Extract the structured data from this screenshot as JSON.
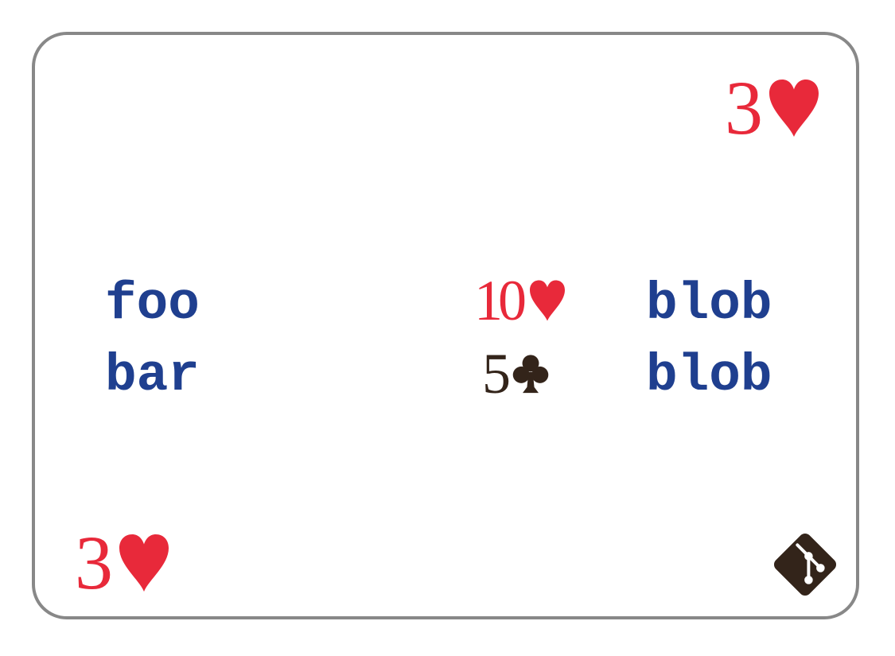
{
  "colors": {
    "red": "#e8293a",
    "blue": "#1f3f8f",
    "dark": "#33241a",
    "border": "#888888"
  },
  "card": {
    "corner_top": {
      "rank": "3",
      "suit_icon": "heart-icon"
    },
    "corner_bottom": {
      "rank": "3",
      "suit_icon": "heart-icon"
    },
    "left_labels": [
      "foo",
      "bar"
    ],
    "middle_cards": [
      {
        "rank": "10",
        "suit_icon": "heart-icon"
      },
      {
        "rank": "5",
        "suit_icon": "club-icon"
      }
    ],
    "right_labels": [
      "blob",
      "blob"
    ],
    "logo_icon": "git-logo-icon"
  }
}
